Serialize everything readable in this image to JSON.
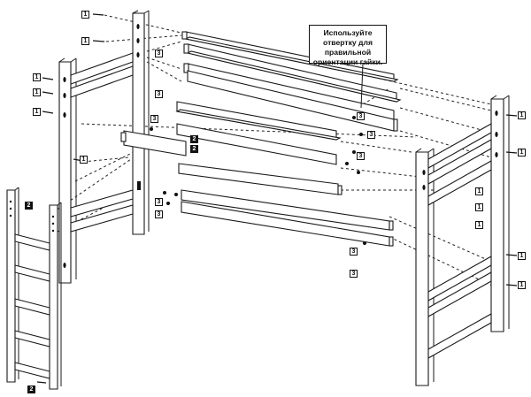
{
  "callout": {
    "text": "Используйте отвертку для правильной ориентации гайки."
  },
  "tags": {
    "one": "1",
    "two": "2",
    "three": "3"
  },
  "icons": {
    "screw": "screw-icon",
    "nut": "nut-icon"
  },
  "colors": {
    "ink": "#1a1a1a",
    "tag_dark": "#111111",
    "background": "#ffffff"
  }
}
